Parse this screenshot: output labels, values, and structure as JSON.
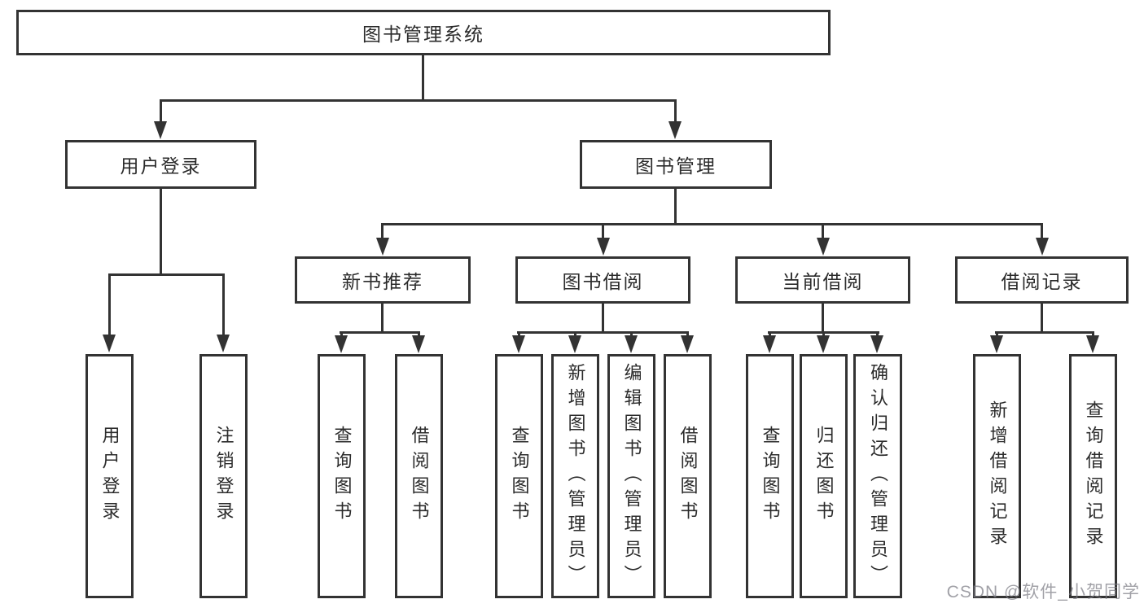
{
  "diagram": {
    "title": "图书管理系统",
    "root": {
      "label": "图书管理系统"
    },
    "branches": [
      {
        "label": "用户登录",
        "children": [
          {
            "label": "用户登录"
          },
          {
            "label": "注销登录"
          }
        ]
      },
      {
        "label": "图书管理",
        "children": [
          {
            "label": "新书推荐",
            "children": [
              {
                "label": "查询图书"
              },
              {
                "label": "借阅图书"
              }
            ]
          },
          {
            "label": "图书借阅",
            "children": [
              {
                "label": "查询图书"
              },
              {
                "label": "新增图书（管理员）"
              },
              {
                "label": "编辑图书（管理员）"
              },
              {
                "label": "借阅图书"
              }
            ]
          },
          {
            "label": "当前借阅",
            "children": [
              {
                "label": "查询图书"
              },
              {
                "label": "归还图书"
              },
              {
                "label": "确认归还（管理员）"
              }
            ]
          },
          {
            "label": "借阅记录",
            "children": [
              {
                "label": "新增借阅记录"
              },
              {
                "label": "查询借阅记录"
              }
            ]
          }
        ]
      }
    ]
  },
  "watermark": {
    "text": "CSDN @软件_小贺同学"
  },
  "colors": {
    "line": "#333333",
    "box_border": "#333333",
    "text": "#2b2b2b",
    "background": "#ffffff",
    "watermark": "#7d7d85"
  }
}
